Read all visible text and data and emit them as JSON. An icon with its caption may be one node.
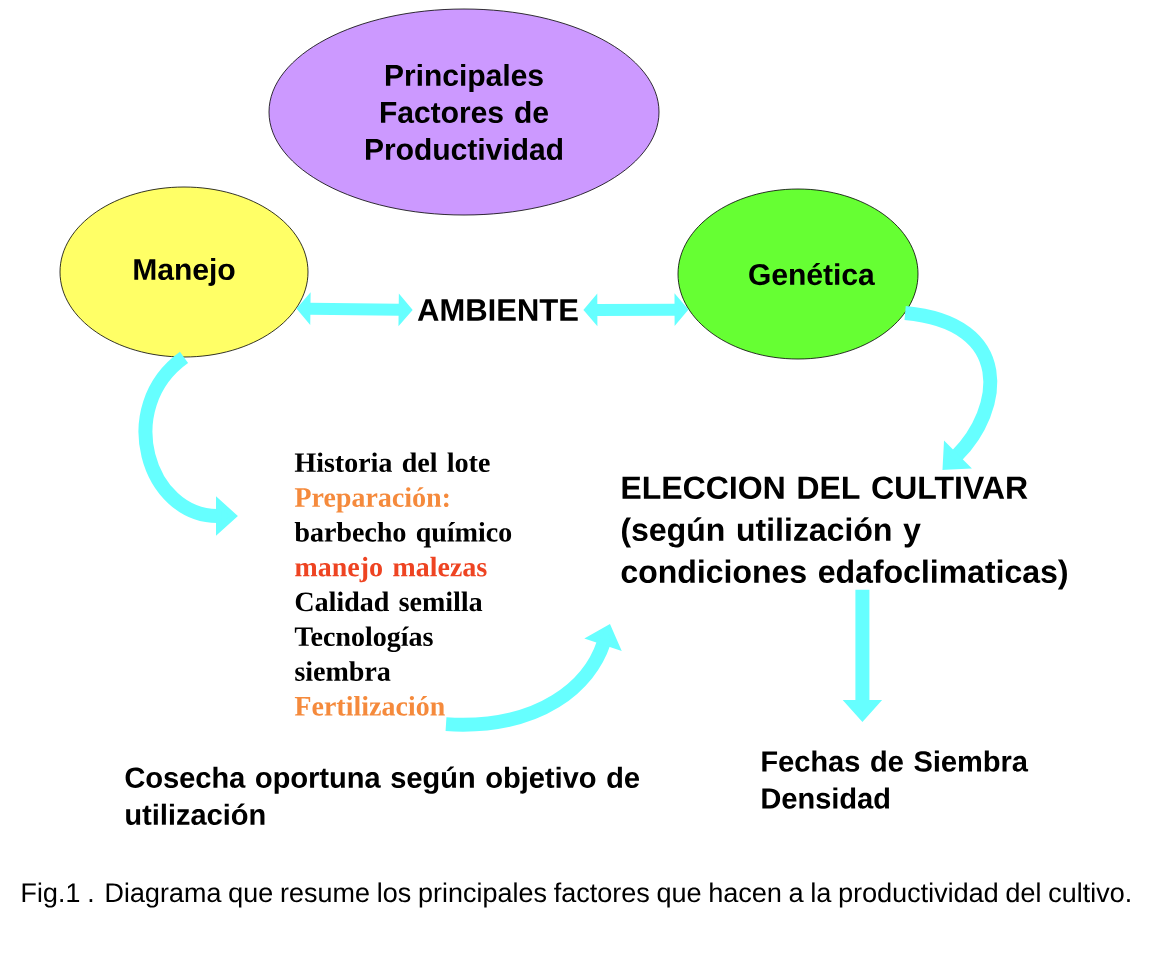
{
  "diagram": {
    "caption": "Fig.1 . Diagrama que resume los principales factores que hacen a la productividad del cultivo.",
    "nodes": [
      {
        "text": [
          "Principales Factores de Productividad"
        ]
      },
      {
        "text": [
          "Manejo"
        ]
      },
      {
        "text": [
          "Genética"
        ]
      },
      {
        "text": [
          "AMBIENTE"
        ]
      },
      {
        "text": [
          "Historia del lote",
          "Preparación:",
          "barbecho químico",
          "manejo malezas",
          "Calidad semilla",
          "Tecnologías siembra",
          "Fertilización"
        ]
      },
      {
        "text": [
          "ELECCION DEL CULTIVAR (según utilización y condiciones edafoclimaticas)"
        ]
      },
      {
        "text": [
          "Fechas de Siembra",
          "Densidad"
        ]
      },
      {
        "text": [
          "Cosecha oportuna según objetivo de utilización"
        ]
      }
    ],
    "edges": [
      {
        "from": 1,
        "to": 3,
        "arrow": "both"
      },
      {
        "from": 3,
        "to": 2,
        "arrow": "both"
      },
      {
        "from": 1,
        "to": 4,
        "arrow": "to"
      },
      {
        "from": 2,
        "to": 5,
        "arrow": "to"
      },
      {
        "from": 5,
        "to": 6,
        "arrow": "to"
      },
      {
        "from": 4,
        "to": 5,
        "arrow": "to"
      }
    ]
  }
}
